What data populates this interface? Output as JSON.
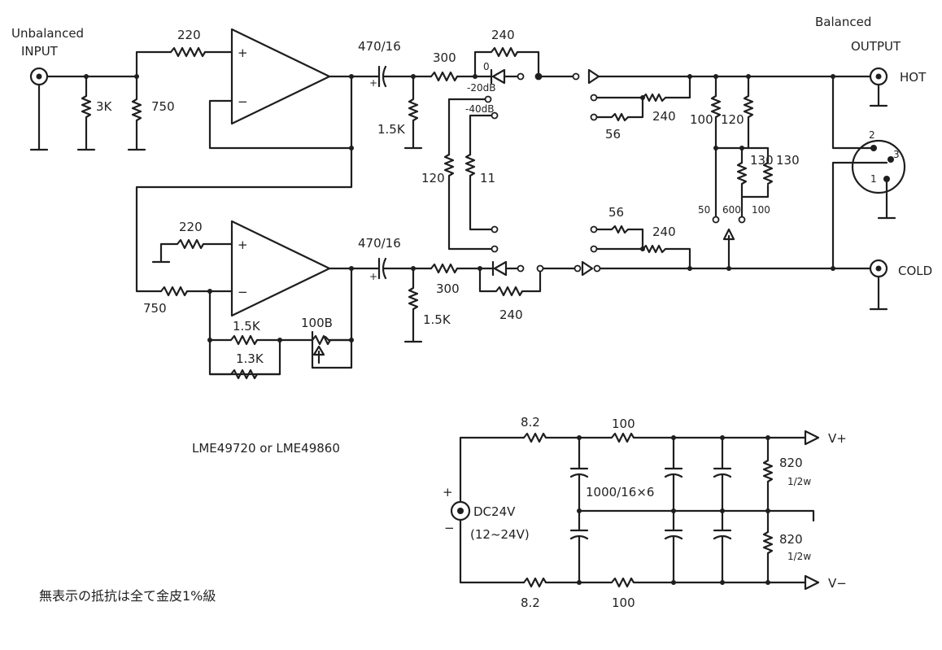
{
  "input": {
    "line1": "Unbalanced",
    "line2": "INPUT"
  },
  "output": {
    "line1": "Balanced",
    "line2": "OUTPUT",
    "hot": "HOT",
    "cold": "COLD",
    "pin1": "1",
    "pin2": "2",
    "pin3": "3"
  },
  "top_channel": {
    "r_in_shunt1": "3K",
    "r_in_shunt2": "750",
    "r_plus": "220",
    "cap": "470/16",
    "r_shunt": "1.5K",
    "r_series": "300",
    "r_bypass": "240"
  },
  "attenuator": {
    "pos0": "0",
    "pos20": "-20dB",
    "pos40": "-40dB",
    "r_a": "120",
    "r_b": "11",
    "hot_r1": "56",
    "hot_r2": "240",
    "cold_r1": "56",
    "cold_r2": "240"
  },
  "impedance": {
    "r100": "100",
    "r120": "120",
    "r130a": "130",
    "r130b": "130",
    "opt50": "50",
    "opt600": "600",
    "opt100": "100"
  },
  "bottom_channel": {
    "r_plus": "220",
    "r_in": "750",
    "r_fb1": "1.5K",
    "r_fb2": "1.3K",
    "trim": "100B",
    "cap": "470/16",
    "r_shunt": "1.5K",
    "r_series": "300",
    "r_bypass": "240"
  },
  "opamp_note": "LME49720 or LME49860",
  "supply": {
    "r_top": "8.2",
    "r_bot": "8.2",
    "r_top2": "100",
    "r_bot2": "100",
    "cap_note": "1000/16×6",
    "source_line1": "DC24V",
    "source_line2": "(12~24V)",
    "plus": "+",
    "minus": "−",
    "r_bleed_top": "820",
    "w_top": "1/2w",
    "r_bleed_bot": "820",
    "w_bot": "1/2w",
    "vplus": "V+",
    "vminus": "V−"
  },
  "footnote": "無表示の抵抗は全て金皮1%級"
}
